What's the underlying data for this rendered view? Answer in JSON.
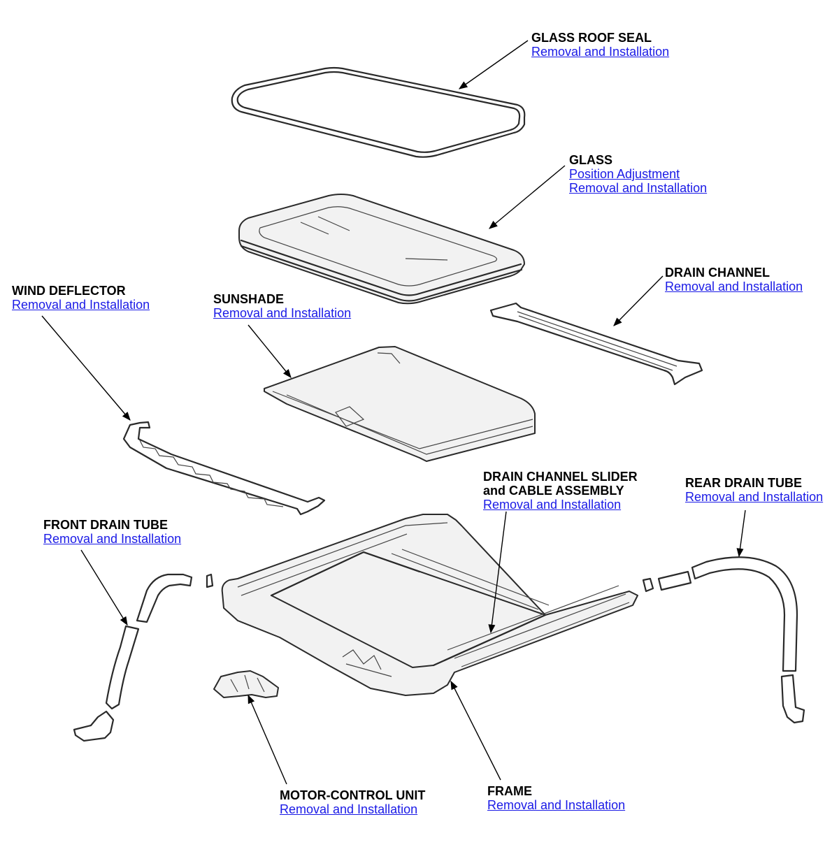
{
  "link_color": "#1a1ae6",
  "callouts": {
    "glass_roof_seal": {
      "title": "GLASS ROOF SEAL",
      "links": [
        "Removal and Installation"
      ]
    },
    "glass": {
      "title": "GLASS",
      "links": [
        "Position Adjustment",
        "Removal and Installation"
      ]
    },
    "drain_channel": {
      "title": "DRAIN CHANNEL",
      "links": [
        "Removal and Installation"
      ]
    },
    "wind_deflector": {
      "title": "WIND DEFLECTOR",
      "links": [
        "Removal and Installation"
      ]
    },
    "sunshade": {
      "title": "SUNSHADE",
      "links": [
        "Removal and Installation"
      ]
    },
    "drain_channel_slider": {
      "title": "DRAIN CHANNEL SLIDER\nand CABLE ASSEMBLY",
      "links": [
        "Removal and Installation"
      ]
    },
    "rear_drain_tube": {
      "title": "REAR DRAIN TUBE",
      "links": [
        "Removal and Installation"
      ]
    },
    "front_drain_tube": {
      "title": "FRONT DRAIN TUBE",
      "links": [
        "Removal and Installation"
      ]
    },
    "motor_control_unit": {
      "title": "MOTOR-CONTROL UNIT",
      "links": [
        "Removal and Installation"
      ]
    },
    "frame": {
      "title": "FRAME",
      "links": [
        "Removal and Installation"
      ]
    }
  }
}
